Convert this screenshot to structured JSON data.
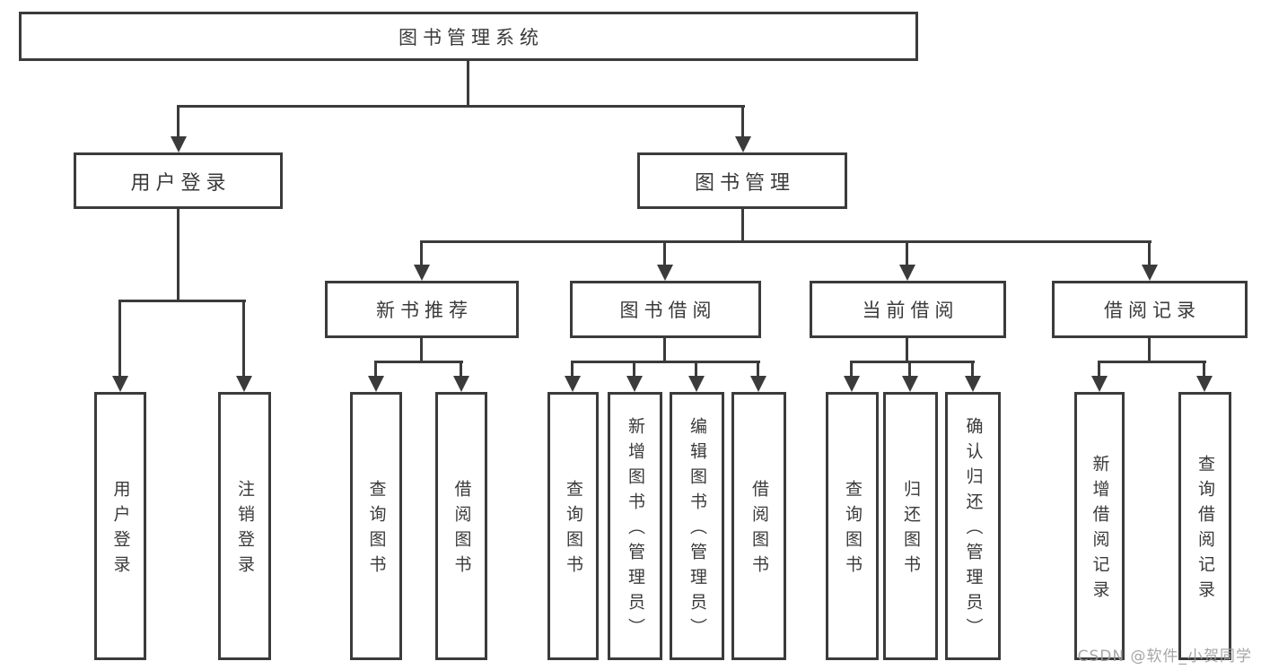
{
  "diagram": {
    "title_node": "图书管理系统",
    "level2": {
      "user_login": "用户登录",
      "book_mgmt": "图书管理"
    },
    "level3": {
      "new_books": "新书推荐",
      "book_borrow": "图书借阅",
      "current_borrow": "当前借阅",
      "borrow_records": "借阅记录"
    },
    "leaves": {
      "user_login_children": [
        "用户登录",
        "注销登录"
      ],
      "new_books_children": [
        "查询图书",
        "借阅图书"
      ],
      "book_borrow_children": [
        "查询图书",
        "新增图书（管理员）",
        "编辑图书（管理员）",
        "借阅图书"
      ],
      "current_borrow_children": [
        "查询图书",
        "归还图书",
        "确认归还（管理员）"
      ],
      "borrow_records_children": [
        "新增借阅记录",
        "查询借阅记录"
      ]
    },
    "colors": {
      "line": "#3b3b3b",
      "text": "#3a3a3a",
      "watermark": "#9d9d9d"
    },
    "watermark": "CSDN @软件_小贺同学"
  }
}
